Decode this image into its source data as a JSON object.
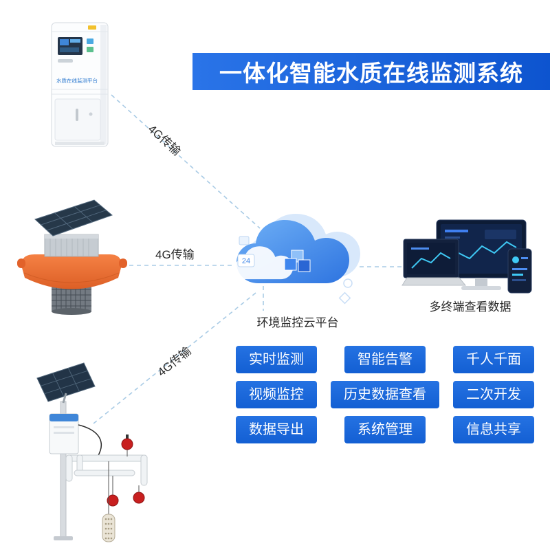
{
  "title": "一体化智能水质在线监测系统",
  "connections": {
    "cabinet_to_cloud": "4G传输",
    "buoy_to_cloud": "4G传输",
    "station_to_cloud": "4G传输"
  },
  "cloud": {
    "label": "环境监控云平台",
    "badge": "24"
  },
  "terminals": {
    "label": "多终端查看数据"
  },
  "devices": {
    "cabinet_label": "水质在线监测平台"
  },
  "features": {
    "rows": [
      [
        "实时监测",
        "智能告警",
        "千人千面"
      ],
      [
        "视频监控",
        "历史数据查看",
        "二次开发"
      ],
      [
        "数据导出",
        "系统管理",
        "信息共享"
      ]
    ]
  },
  "colors": {
    "banner_blue": "#1360dd",
    "button_blue": "#1766d8",
    "link_line": "#a9cbe5",
    "buoy_orange": "#ed6f36",
    "cloud_blue": "#3f87ea",
    "float_red": "#c81f1f"
  }
}
